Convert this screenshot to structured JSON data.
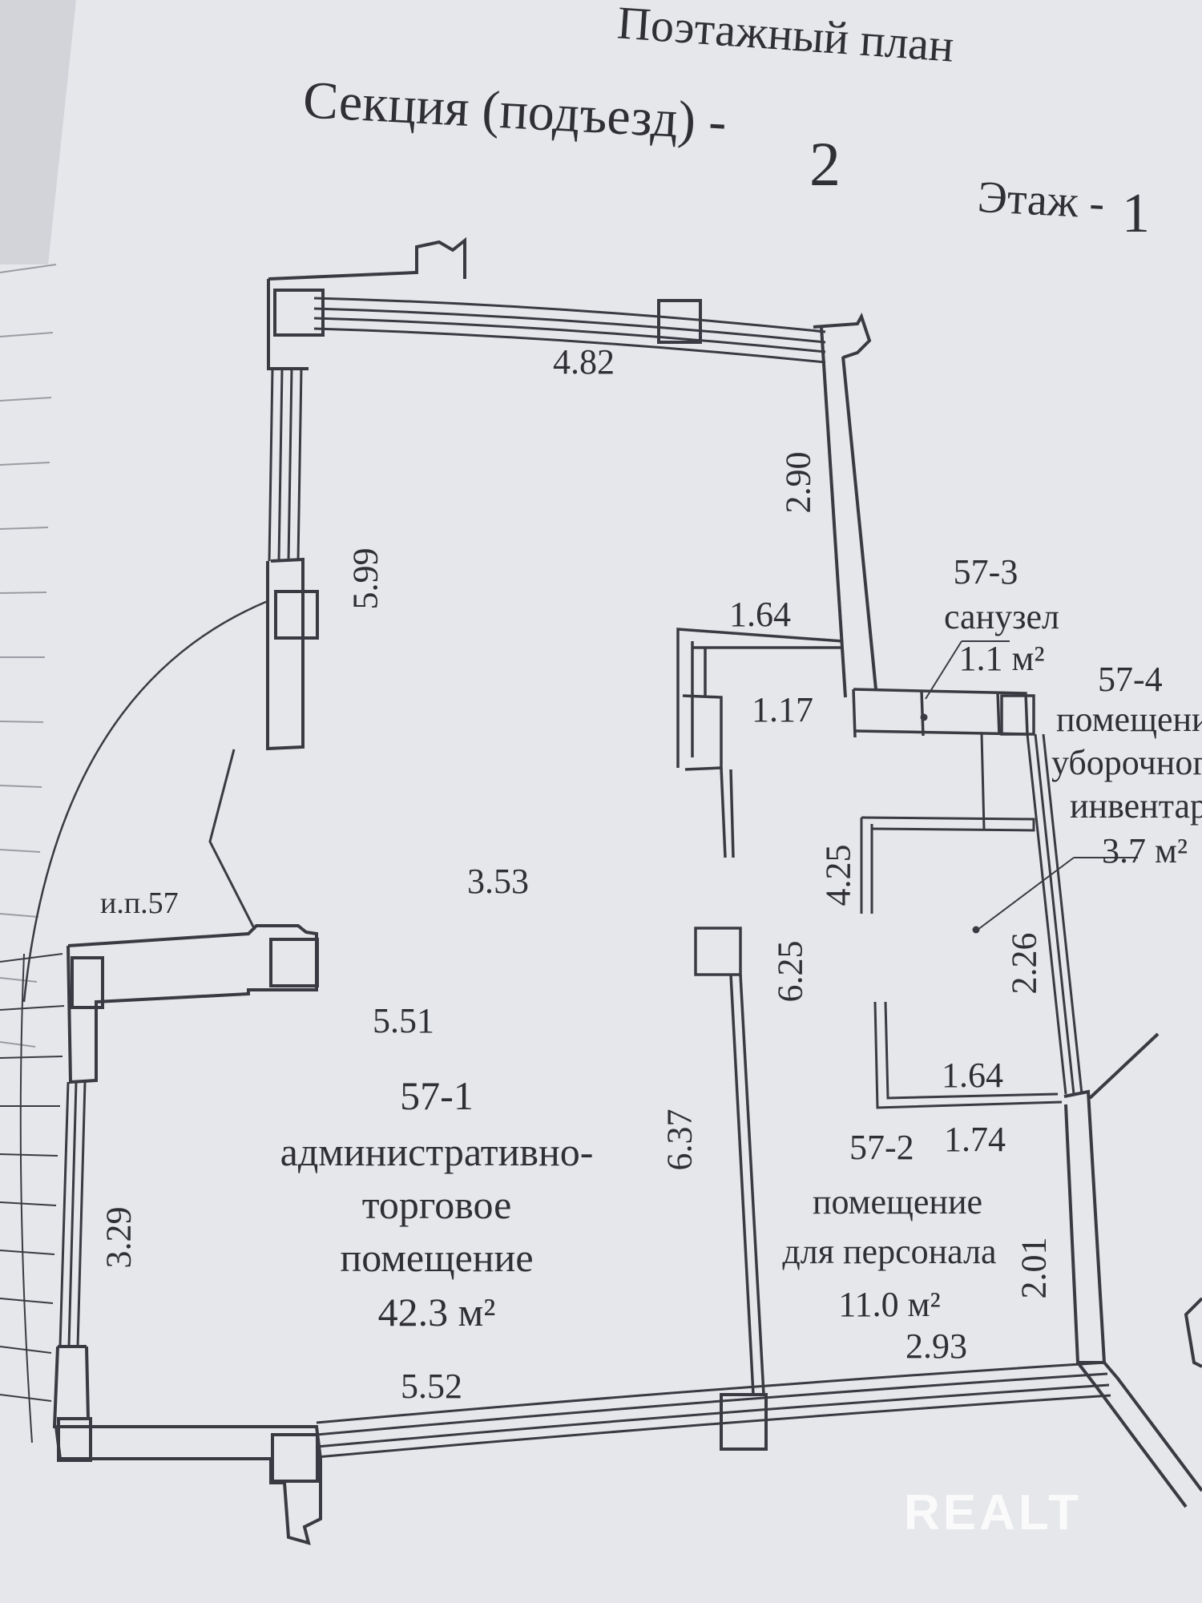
{
  "heading": {
    "title": "Поэтажный план",
    "section_label": "Секция (подъезд) -",
    "section_number": "2",
    "floor_label": "Этаж -",
    "floor_number": "1"
  },
  "dimensions": {
    "top_wall": "4.82",
    "right_upper": "2.90",
    "left_upper": "5.99",
    "niche_width": "1.64",
    "niche_depth": "1.17",
    "corridor": "3.53",
    "room_width": "5.51",
    "partition": "6.25",
    "left_lower": "3.29",
    "column_height": "6.37",
    "bottom_wall": "5.52",
    "bath_height": "4.25",
    "storage_height": "2.26",
    "storage_width": "1.64",
    "staff_width": "1.74",
    "staff_height": "2.01",
    "staff_bottom": "2.93",
    "entry_mark": "и.п.57"
  },
  "rooms": [
    {
      "id": "57-1",
      "name_line1": "административно-",
      "name_line2": "торговое",
      "name_line3": "помещение",
      "area": "42.3 м²"
    },
    {
      "id": "57-2",
      "name_line1": "помещение",
      "name_line2": "для персонала",
      "area": "11.0 м²"
    },
    {
      "id": "57-3",
      "name_line1": "санузел",
      "area": "1.1 м²"
    },
    {
      "id": "57-4",
      "name_line1": "помещение",
      "name_line2": "уборочного",
      "name_line3": "инвентаря",
      "area": "3.7 м²"
    }
  ],
  "watermark": "REALT"
}
